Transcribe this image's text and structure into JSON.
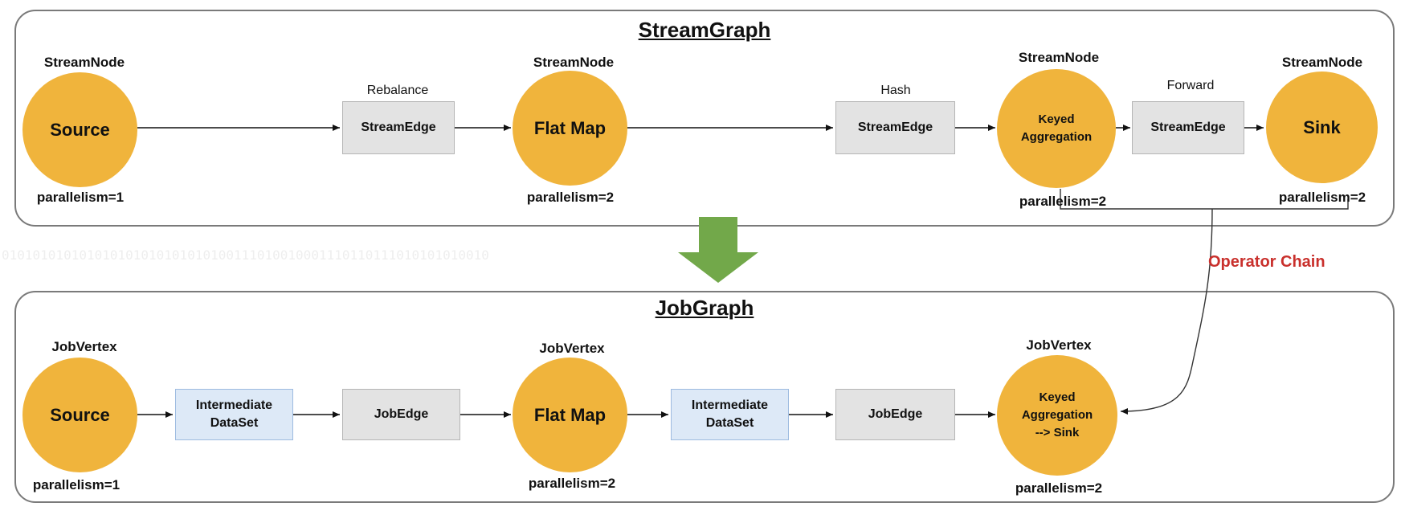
{
  "stream_graph": {
    "title": "StreamGraph",
    "nodes": {
      "source": {
        "type": "StreamNode",
        "label": "Source",
        "parallelism": "parallelism=1"
      },
      "flatmap": {
        "type": "StreamNode",
        "label": "Flat Map",
        "parallelism": "parallelism=2"
      },
      "keyed": {
        "type": "StreamNode",
        "label": "Keyed\nAggregation",
        "parallelism": "parallelism=2"
      },
      "sink": {
        "type": "StreamNode",
        "label": "Sink",
        "parallelism": "parallelism=2"
      }
    },
    "edges": {
      "rebalance": {
        "partitioner": "Rebalance",
        "label": "StreamEdge"
      },
      "hash": {
        "partitioner": "Hash",
        "label": "StreamEdge"
      },
      "forward": {
        "partitioner": "Forward",
        "label": "StreamEdge"
      }
    }
  },
  "transform_arrow_color": "#72a84a",
  "operator_chain": {
    "label": "Operator Chain",
    "color": "#c9302c"
  },
  "watermark_text": "010101010101010101010101010100111010010001110110111010101010010",
  "job_graph": {
    "title": "JobGraph",
    "nodes": {
      "source": {
        "type": "JobVertex",
        "label": "Source",
        "parallelism": "parallelism=1"
      },
      "flatmap": {
        "type": "JobVertex",
        "label": "Flat Map",
        "parallelism": "parallelism=2"
      },
      "keyed_sink": {
        "type": "JobVertex",
        "label": "Keyed\nAggregation\n--> Sink",
        "parallelism": "parallelism=2"
      }
    },
    "datasets": [
      "Intermediate\nDataSet",
      "Intermediate\nDataSet"
    ],
    "edges": [
      "JobEdge",
      "JobEdge"
    ]
  },
  "colors": {
    "node": "#f0b43c",
    "stream_edge_box": "#e3e3e3",
    "dataset_box": "#dde9f7"
  }
}
